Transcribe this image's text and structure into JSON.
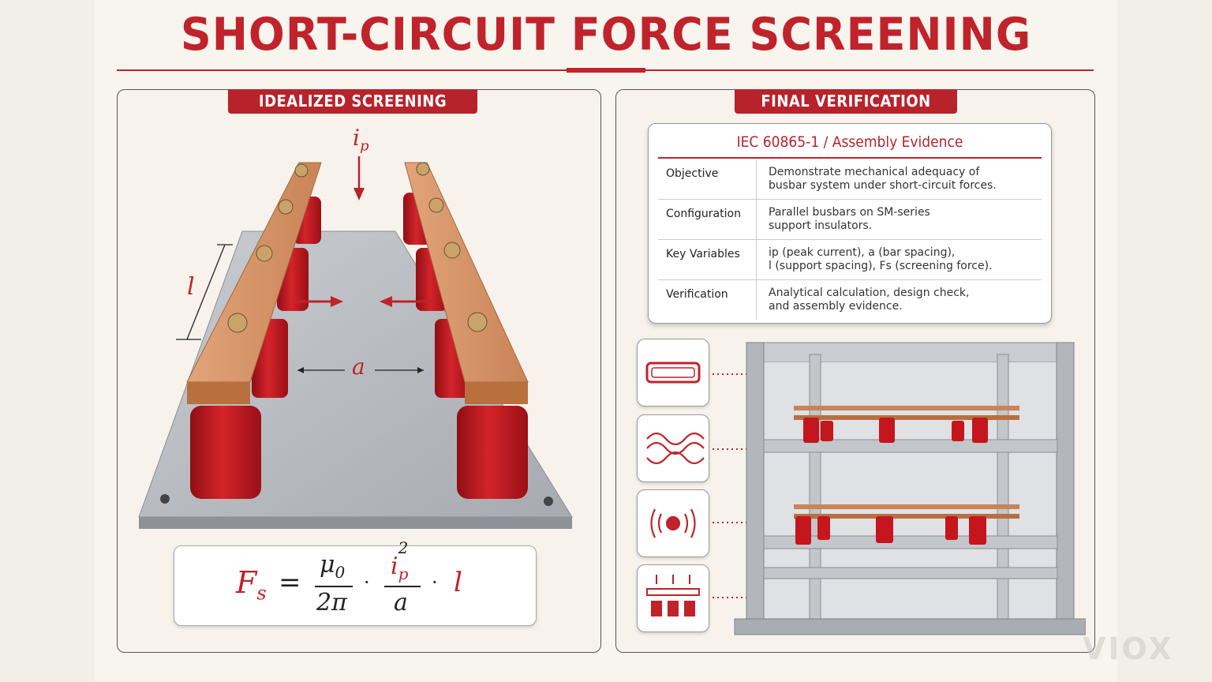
{
  "title": "SHORT-CIRCUIT FORCE SCREENING",
  "left_panel": {
    "tab_label": "IDEALIZED SCREENING",
    "current_label": "i",
    "current_sub": "p",
    "length_label": "l",
    "spacing_label": "a",
    "formula": {
      "lhs": "F",
      "lhs_sub": "s",
      "equals": "=",
      "num1": "μ",
      "num1_sub": "0",
      "den1": "2π",
      "dot": "·",
      "num2": "i",
      "num2_sub": "p",
      "num2_sup": "2",
      "den2": "a",
      "last": "l"
    }
  },
  "right_panel": {
    "tab_label": "FINAL VERIFICATION",
    "table_title": "IEC 60865-1 / Assembly Evidence",
    "rows": [
      {
        "label": "Objective",
        "value_line1": "Demonstrate mechanical adequacy of",
        "value_line2": "busbar system under short-circuit forces."
      },
      {
        "label": "Configuration",
        "value_line1": "Parallel busbars on SM-series",
        "value_line2": "support insulators."
      },
      {
        "label": "Key Variables",
        "value_line1": "ip (peak current), a (bar spacing),",
        "value_line2": "l (support spacing), Fs (screening force)."
      },
      {
        "label": "Verification",
        "value_line1": "Analytical calculation, design check,",
        "value_line2": "and assembly evidence."
      }
    ],
    "icons": [
      "busbar-section-icon",
      "magnetic-field-wave-icon",
      "vibration-signal-icon",
      "insulator-load-icon"
    ]
  },
  "watermark": "VIOX",
  "colors": {
    "accent": "#c0232b",
    "copper": "#d08a5c",
    "insulator": "#c4161c",
    "steel": "#b9bdc3"
  }
}
